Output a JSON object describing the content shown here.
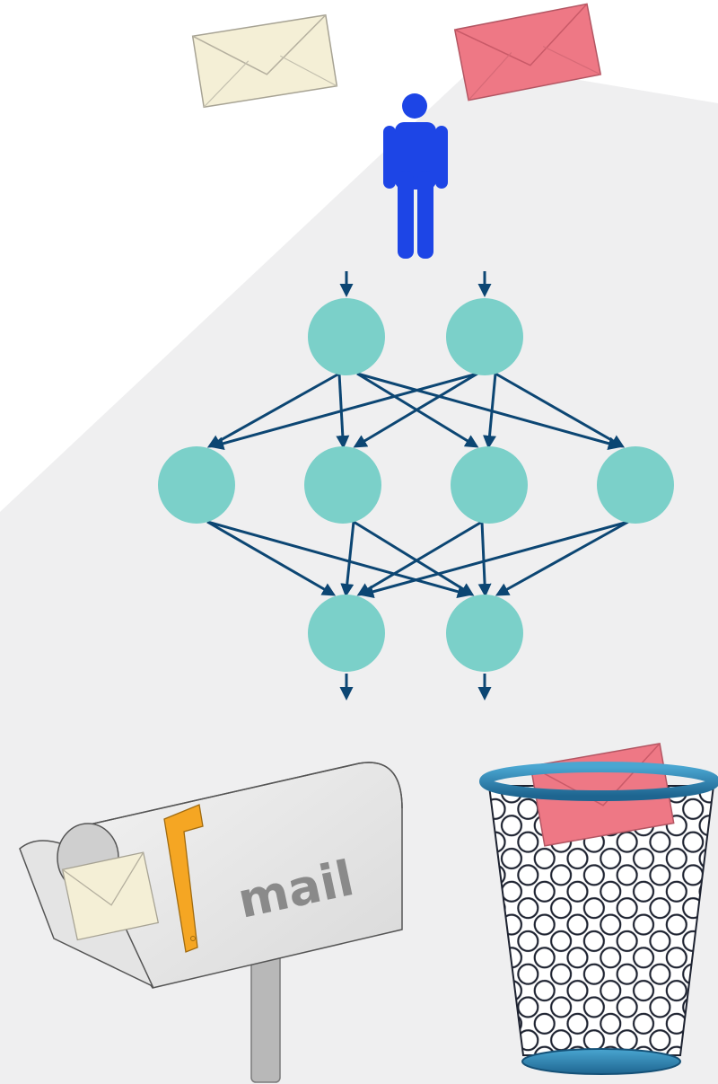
{
  "colors": {
    "background": "#ffffff",
    "panel": "#efeff0",
    "envelope_cream": "#f4efd6",
    "envelope_red": "#ee7885",
    "person": "#1d45e6",
    "node": "#7bd0c9",
    "edge": "#0c4673",
    "mailbox": "#e6e6e6",
    "mailbox_flag": "#f5a623",
    "mailbox_text": "#8a8a8a",
    "post": "#b8b8b8",
    "bin_rim": "#2a7fae",
    "bin_mesh": "#1d2230"
  },
  "icons": {
    "envelope_left": "envelope-icon",
    "envelope_right": "envelope-icon",
    "person": "person-icon",
    "mailbox": "mailbox-icon",
    "trash": "trash-can-icon"
  },
  "network": {
    "layers": [
      2,
      4,
      2
    ],
    "connectivity": "fully-connected"
  },
  "mailbox": {
    "label": "mail"
  }
}
